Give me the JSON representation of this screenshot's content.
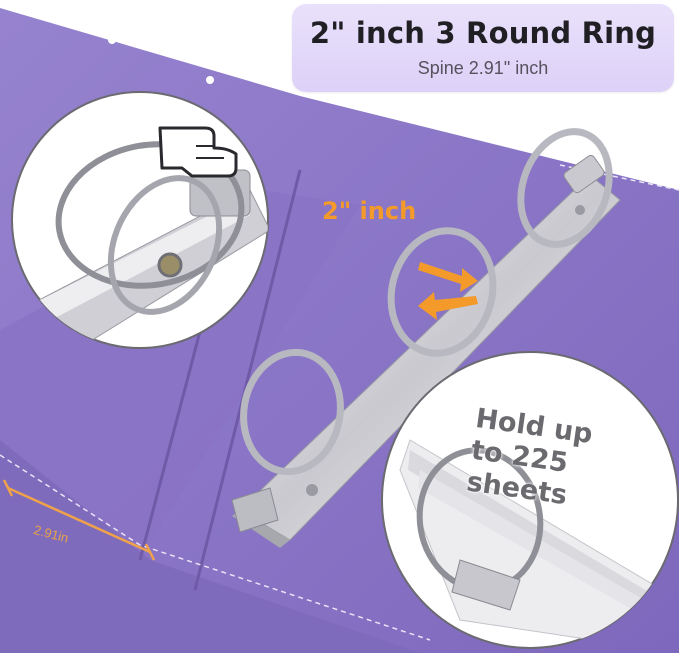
{
  "title": {
    "main": "2\" inch 3 Round Ring",
    "sub": "Spine 2.91\" inch"
  },
  "labels": {
    "ring_size": "2\" inch",
    "spine_width": "2.91in",
    "capacity_lines": [
      "Hold up",
      "to 225",
      "sheets"
    ]
  },
  "colors": {
    "binder_purple": "#8a73c4",
    "binder_shadow": "#6f5aa8",
    "title_card": "#e4dafa",
    "accent_orange": "#f39a2a",
    "metal": "#d8d8dc"
  },
  "icons": {
    "pointer": "pointing-hand-icon",
    "arrows": "double-arrow-icon"
  }
}
